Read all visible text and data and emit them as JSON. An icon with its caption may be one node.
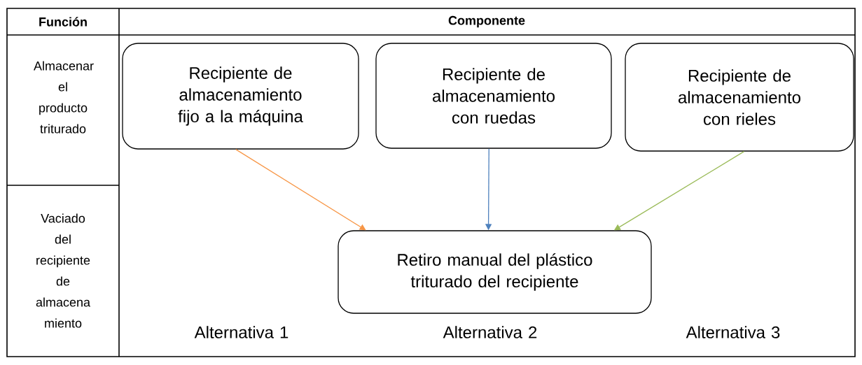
{
  "diagram": {
    "nodes": [
      {
        "text": [
          "Recipiente de almacenamiento fijo a la máquina"
        ]
      },
      {
        "text": [
          "Recipiente de almacenamiento con ruedas"
        ]
      },
      {
        "text": [
          "Recipiente de almacenamiento con rieles"
        ]
      },
      {
        "text": [
          "Retiro manual del plástico triturado del recipiente"
        ]
      }
    ],
    "edges": [
      {
        "from": 0,
        "to": 3,
        "arrow": "to",
        "color": "#f79646"
      },
      {
        "from": 1,
        "to": 3,
        "arrow": "to",
        "color": "#4f81bd"
      },
      {
        "from": 2,
        "to": 3,
        "arrow": "to",
        "color": "#9bbb59"
      }
    ],
    "labels": [
      "Función",
      "Componente",
      "Almacenar el producto triturado",
      "Vaciado del recipiente de almacena miento",
      "Alternativa 1",
      "Alternativa 2",
      "Alternativa 3"
    ]
  }
}
